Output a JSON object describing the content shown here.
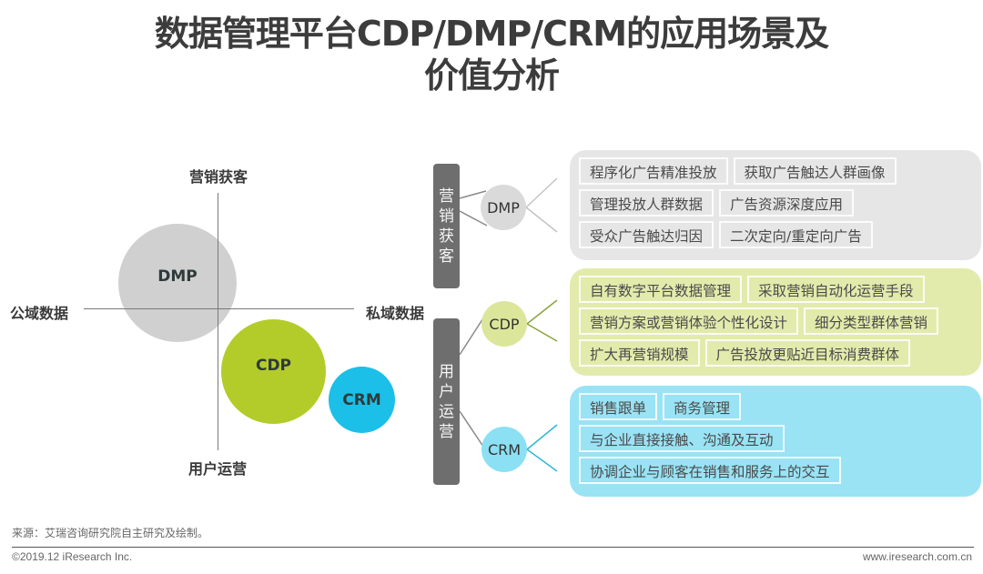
{
  "title": {
    "line1": "数据管理平台CDP/DMP/CRM的应用场景及",
    "line2": "价值分析"
  },
  "quadrant": {
    "axis_top": "营销获客",
    "axis_bottom": "用户运营",
    "axis_left": "公域数据",
    "axis_right": "私域数据",
    "bubbles": [
      {
        "label": "DMP",
        "color": "#c8c8c8"
      },
      {
        "label": "CDP",
        "color": "#b3cc2a"
      },
      {
        "label": "CRM",
        "color": "#1bbfe7"
      }
    ]
  },
  "tree": {
    "groups": [
      {
        "label": [
          "营",
          "销",
          "获",
          "客"
        ]
      },
      {
        "label": [
          "用",
          "户",
          "运",
          "营"
        ]
      }
    ],
    "nodes": [
      {
        "label": "DMP",
        "color": "#dadada",
        "panel_color": "#e6e6e6",
        "rows": [
          [
            "程序化广告精准投放",
            "获取广告触达人群画像"
          ],
          [
            "管理投放人群数据",
            "广告资源深度应用"
          ],
          [
            "受众广告触达归因",
            "二次定向/重定向广告"
          ]
        ]
      },
      {
        "label": "CDP",
        "color": "#dce69a",
        "panel_color": "#e3ebac",
        "rows": [
          [
            "自有数字平台数据管理",
            "采取营销自动化运营手段"
          ],
          [
            "营销方案或营销体验个性化设计",
            "细分类型群体营销"
          ],
          [
            "扩大再营销规模",
            "广告投放更贴近目标消费群体"
          ]
        ]
      },
      {
        "label": "CRM",
        "color": "#8be0f3",
        "panel_color": "#99e3f5",
        "rows": [
          [
            "销售跟单",
            "商务管理"
          ],
          [
            "与企业直接接触、沟通及互动"
          ],
          [
            "协调企业与顾客在销售和服务上的交互"
          ]
        ]
      }
    ]
  },
  "footer": {
    "source": "来源：艾瑞咨询研究院自主研究及绘制。",
    "copyright": "©2019.12 iResearch Inc.",
    "website": "www.iresearch.com.cn"
  }
}
